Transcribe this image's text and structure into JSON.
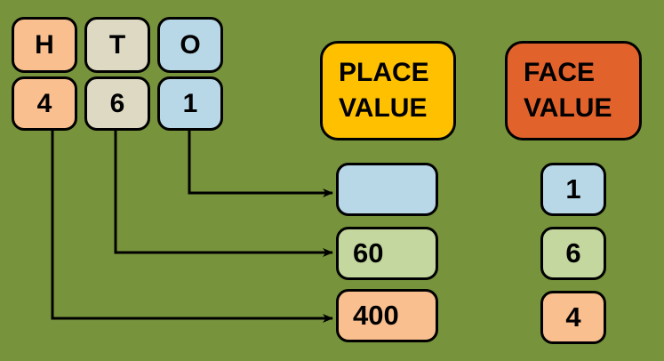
{
  "colors": {
    "background": "#77933C",
    "orange": "#FABF8F",
    "tan": "#DDD9C3",
    "blue": "#B8D8E8",
    "green": "#C3D79E",
    "yellow": "#FFC000",
    "red_orange": "#E2622C",
    "outline": "#000000"
  },
  "hto_chart": {
    "columns": [
      {
        "letter": "H",
        "digit": "4"
      },
      {
        "letter": "T",
        "digit": "6"
      },
      {
        "letter": "O",
        "digit": "1"
      }
    ]
  },
  "headers": {
    "place_value": {
      "line1": "PLACE",
      "line2": "VALUE"
    },
    "face_value": {
      "line1": "FACE",
      "line2": "VALUE"
    }
  },
  "place_values": [
    "",
    "60",
    "400"
  ],
  "face_values": [
    "1",
    "6",
    "4"
  ]
}
